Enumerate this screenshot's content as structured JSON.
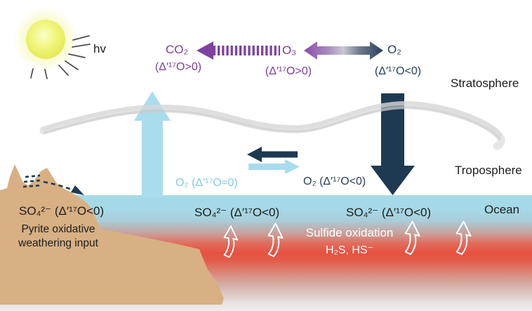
{
  "palette": {
    "purple": "#7c3f9e",
    "navy": "#1e3a52",
    "light_blue": "#a9dcec",
    "light_blue_text": "#85c9e0",
    "ocean_blue": "#a6d9e7",
    "anoxic_red": "#e75140",
    "land_tan": "#d8b084",
    "sun_yellow": "#eef272",
    "tropopause_gray": "#cdcdcd",
    "white": "#ffffff"
  },
  "sun": {
    "label": "hv"
  },
  "stratosphere": {
    "region_label": "Stratosphere",
    "co2_formula": "CO₂",
    "co2_isotope": "(Δ′¹⁷O>0)",
    "o3_formula": "O₃",
    "o3_isotope": "(Δ′¹⁷O>0)",
    "o2_formula": "O₂",
    "o2_isotope": "(Δ′¹⁷O<0)"
  },
  "troposphere": {
    "region_label": "Troposphere",
    "o2_balanced": "O₂ (Δ′¹⁷O≈0)",
    "o2_negative": "O₂ (Δ′¹⁷O<0)"
  },
  "ocean": {
    "region_label": "Ocean",
    "sulfate_left": "SO₄²⁻ (Δ′¹⁷O<0)",
    "sulfate_center": "SO₄²⁻ (Δ′¹⁷O<0)",
    "sulfate_right": "SO₄²⁻ (Δ′¹⁷O<0)",
    "sulfide_oxidation_line1": "Sulfide oxidation",
    "sulfide_oxidation_line2": "H₂S, HS⁻"
  },
  "land": {
    "pyrite_line1": "Pyrite oxidative",
    "pyrite_line2": "weathering input"
  }
}
